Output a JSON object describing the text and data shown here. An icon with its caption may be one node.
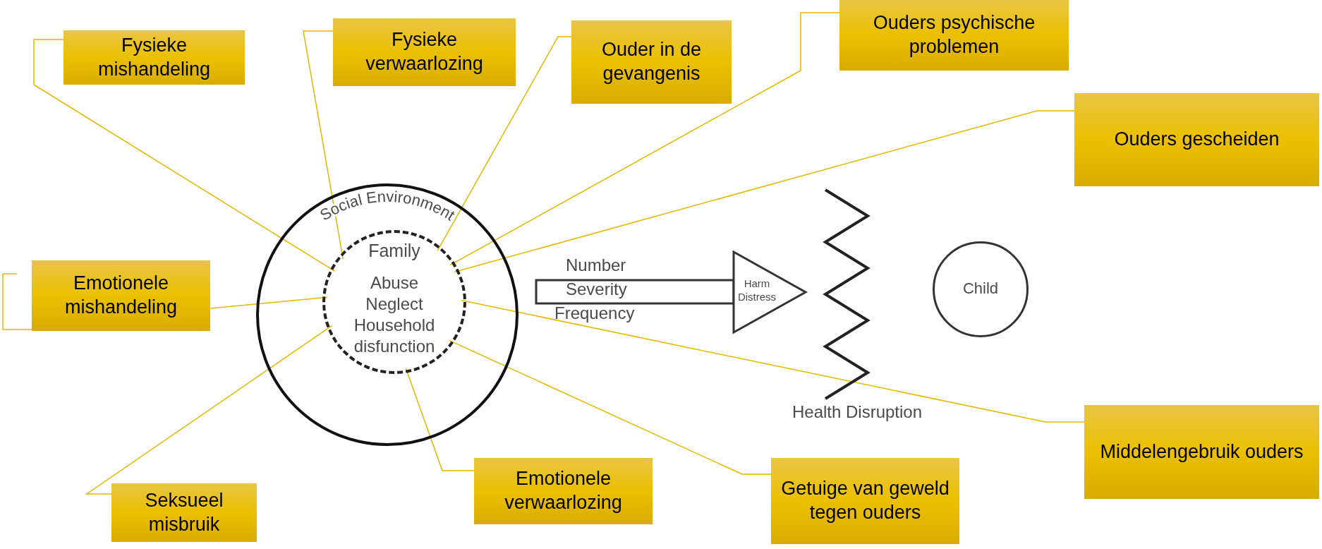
{
  "diagram": {
    "nodes": [
      {
        "text": [
          "Fysieke mishandeling"
        ]
      },
      {
        "text": [
          "Fysieke verwaarlozing"
        ]
      },
      {
        "text": [
          "Ouder in de gevangenis"
        ]
      },
      {
        "text": [
          "Ouders psychische problemen"
        ]
      },
      {
        "text": [
          "Ouders gescheiden"
        ]
      },
      {
        "text": [
          "Emotionele mishandeling"
        ]
      },
      {
        "text": [
          "Seksueel misbruik"
        ]
      },
      {
        "text": [
          "Emotionele verwaarlozing"
        ]
      },
      {
        "text": [
          "Getuige van geweld tegen ouders"
        ]
      },
      {
        "text": [
          "Middelengebruik ouders"
        ]
      },
      {
        "text": [
          "Social Environment"
        ]
      },
      {
        "text": [
          "Family",
          "Abuse Neglect Household disfunction"
        ],
        "in": 10
      },
      {
        "text": [
          "Harm Distress"
        ],
        "beside": [
          "Number",
          "Severity",
          "Frequency"
        ]
      },
      {
        "text": [
          "Health Disruption"
        ]
      },
      {
        "text": [
          "Child"
        ]
      }
    ],
    "edges": [
      {
        "from": 0,
        "to": 11,
        "arrow": "none"
      },
      {
        "from": 1,
        "to": 11,
        "arrow": "none"
      },
      {
        "from": 2,
        "to": 11,
        "arrow": "none"
      },
      {
        "from": 3,
        "to": 11,
        "arrow": "none"
      },
      {
        "from": 4,
        "to": 11,
        "arrow": "none"
      },
      {
        "from": 5,
        "to": 11,
        "arrow": "none"
      },
      {
        "from": 6,
        "to": 11,
        "arrow": "none"
      },
      {
        "from": 7,
        "to": 11,
        "arrow": "none"
      },
      {
        "from": 8,
        "to": 11,
        "arrow": "none"
      },
      {
        "from": 9,
        "to": 11,
        "arrow": "none"
      }
    ]
  }
}
